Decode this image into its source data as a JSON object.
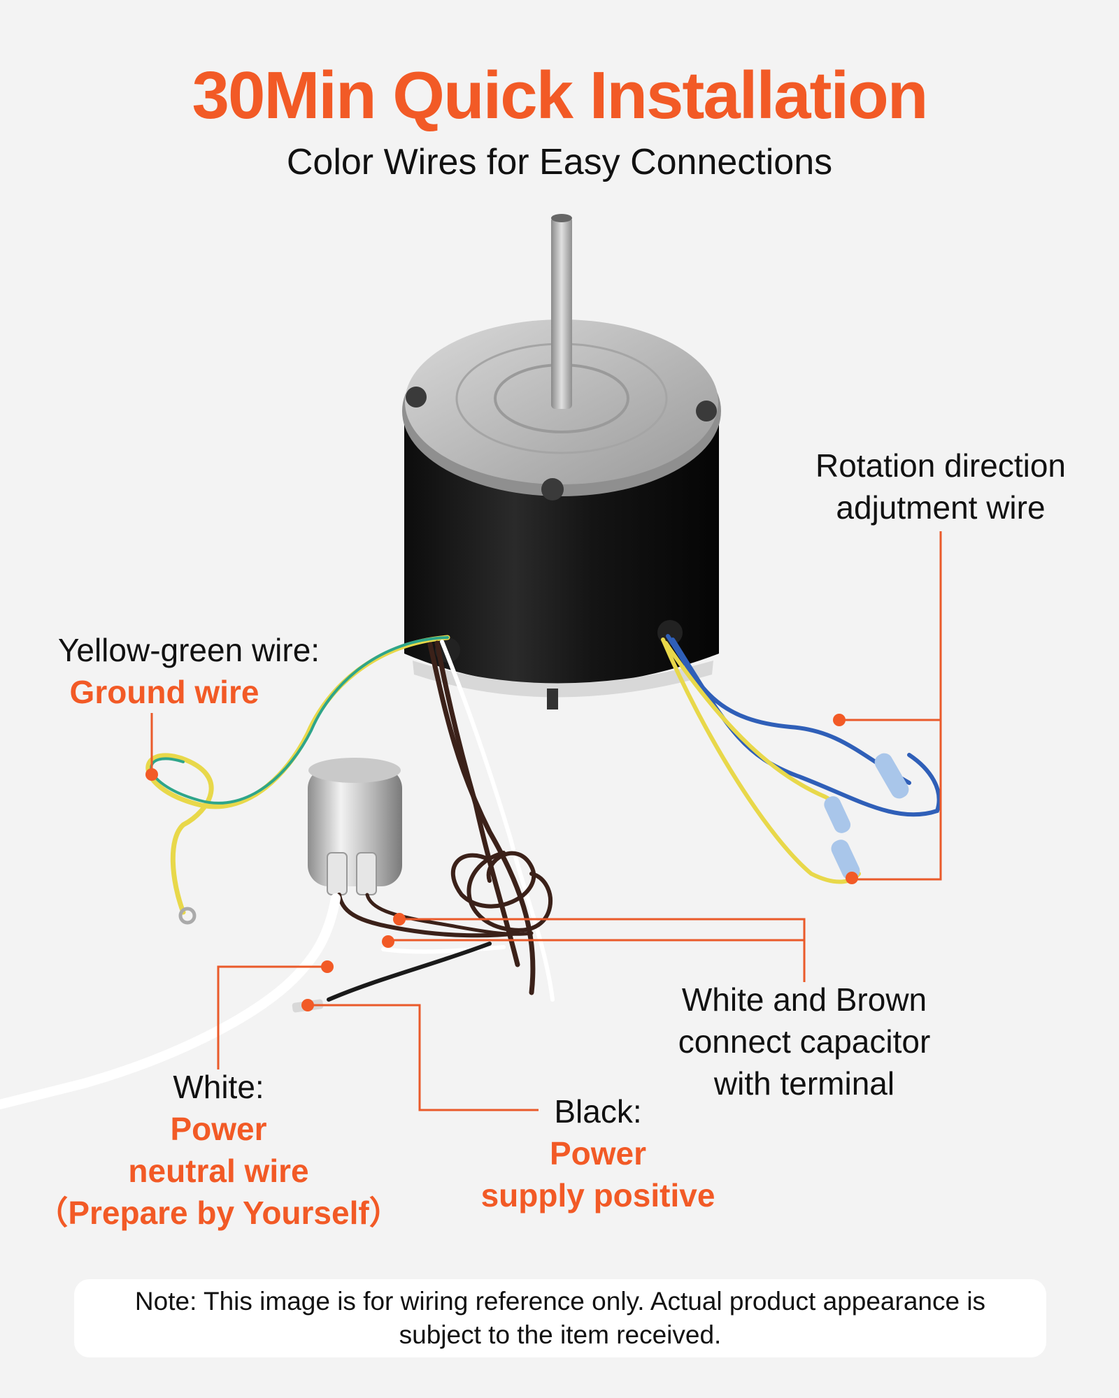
{
  "header": {
    "title": "30Min Quick Installation",
    "subtitle": "Color Wires for Easy Connections"
  },
  "labels": {
    "rotation": {
      "line1": "Rotation direction",
      "line2": "adjutment wire"
    },
    "ground": {
      "line1": "Yellow-green wire:",
      "accent": "Ground wire"
    },
    "capacitor": {
      "line1": "White and Brown",
      "line2": "connect capacitor",
      "line3": "with terminal"
    },
    "white": {
      "line1": "White:",
      "accent1": "Power",
      "accent2": "neutral wire",
      "accent3": "（Prepare by Yourself）"
    },
    "black": {
      "line1": "Black:",
      "accent1": "Power",
      "accent2": "supply positive"
    }
  },
  "note": "Note: This image is for wiring reference only. Actual product appearance is subject to the item received.",
  "colors": {
    "accent": "#f25a26",
    "callout_line": "#ea5a2a",
    "motor_body": "#151515",
    "motor_cap": "#b9b9b9",
    "wire_yellow": "#e8d84a",
    "wire_blue": "#2f5fb8",
    "wire_brown": "#3b2119",
    "wire_white": "#ffffff",
    "wire_green": "#2ea58a"
  }
}
